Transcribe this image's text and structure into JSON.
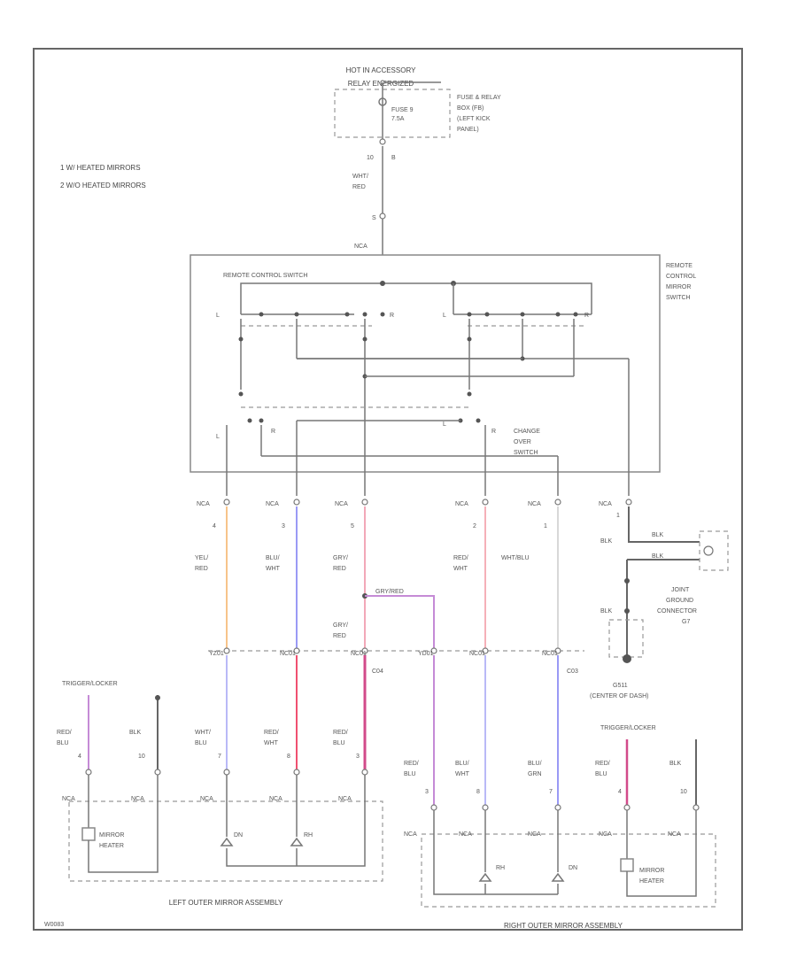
{
  "fuse_block": {
    "hot_label_1": "HOT IN ACCESSORY",
    "hot_label_2": "RELAY ENERGIZED",
    "fuse_label_1": "FUSE 9",
    "fuse_label_2": "7.5A",
    "box_label_1": "FUSE & RELAY",
    "box_label_2": "BOX (FB)",
    "box_label_3": "(LEFT KICK",
    "box_label_4": "PANEL)",
    "pin_a": "10",
    "pin_b": "B"
  },
  "legend": {
    "item1": "1  W/ HEATED MIRRORS",
    "item2": "2  W/O HEATED MIRRORS"
  },
  "feed_wire": {
    "color": "WHT/RED",
    "pin": "S",
    "connector": "NCA"
  },
  "switch": {
    "inner_label": "REMOTE CONTROL SWITCH",
    "outer_label_1": "REMOTE",
    "outer_label_2": "CONTROL",
    "outer_label_3": "MIRROR",
    "outer_label_4": "SWITCH",
    "pos_l": "L",
    "pos_r": "R",
    "change_label_1": "CHANGE",
    "change_label_2": "OVER",
    "change_label_3": "SWITCH"
  },
  "switch_wires": [
    {
      "conn": "NCA",
      "pin": "4",
      "color_1": "YEL/",
      "color_2": "RED"
    },
    {
      "conn": "NCA",
      "pin": "3",
      "color_1": "BLU/",
      "color_2": "WHT"
    },
    {
      "conn": "NCA",
      "pin": "5",
      "color_1": "GRY/",
      "color_2": "RED"
    },
    {
      "conn": "NCA",
      "pin": "2",
      "color_1": "RED/",
      "color_2": "WHT"
    },
    {
      "conn": "NCA",
      "pin": "1",
      "color_1": "WHT/BLU",
      "color_2": ""
    },
    {
      "conn": "NCA",
      "pin": "1"
    }
  ],
  "ground": {
    "wire_color": "BLK",
    "label_1": "JOINT",
    "label_2": "GROUND",
    "label_3": "CONNECTOR",
    "label_4": "G7",
    "ground_id": "G511",
    "ground_loc": "(CENTER OF DASH)"
  },
  "splice": {
    "label": "GRY/RED",
    "lower_1": "GRY/",
    "lower_2": "RED"
  },
  "join_points": [
    "YZ01",
    "NC01",
    "NC01",
    "YD01",
    "NC01",
    "NC01"
  ],
  "junctions": {
    "left": "C04",
    "right": "C03"
  },
  "left_mirror": {
    "trigger": "TRIGGER/LOCKER",
    "heater_wire_1": "RED/",
    "heater_wire_2": "BLU",
    "heater_pin": "4",
    "gnd_wire": "BLK",
    "gnd_pin": "10",
    "wires": [
      {
        "c1": "WHT/",
        "c2": "BLU",
        "pin": "7"
      },
      {
        "c1": "RED/",
        "c2": "WHT",
        "pin": "8"
      },
      {
        "c1": "RED/",
        "c2": "BLU",
        "pin": "3"
      }
    ],
    "conn": "NCA",
    "heater_label_1": "MIRROR",
    "heater_label_2": "HEATER",
    "motor_1": "DN",
    "motor_2": "RH",
    "title": "LEFT OUTER MIRROR ASSEMBLY"
  },
  "right_mirror": {
    "trigger": "TRIGGER/LOCKER",
    "heater_wire_1": "RED/",
    "heater_wire_2": "BLU",
    "heater_pin": "4",
    "gnd_wire": "BLK",
    "gnd_pin": "10",
    "wires": [
      {
        "c1": "RED/",
        "c2": "BLU",
        "pin": "3"
      },
      {
        "c1": "BLU/",
        "c2": "WHT",
        "pin": "8"
      },
      {
        "c1": "BLU/",
        "c2": "GRN",
        "pin": "7"
      }
    ],
    "conn": "NCA",
    "heater_label_1": "MIRROR",
    "heater_label_2": "HEATER",
    "motor_1": "RH",
    "motor_2": "DN",
    "title": "RIGHT OUTER MIRROR ASSEMBLY"
  },
  "footer": {
    "code": "W0083"
  },
  "colors": {
    "yellow_red": "#f7c48a",
    "blue": "#9a9af5",
    "gray_red": "#f2a8b8",
    "red_white": "#f5b0b8",
    "white_blue": "#d8d8d8",
    "purple": "#c58bd6",
    "red": "#f05070",
    "light_blue": "#b9b9f7",
    "magenta": "#d24a8a"
  }
}
